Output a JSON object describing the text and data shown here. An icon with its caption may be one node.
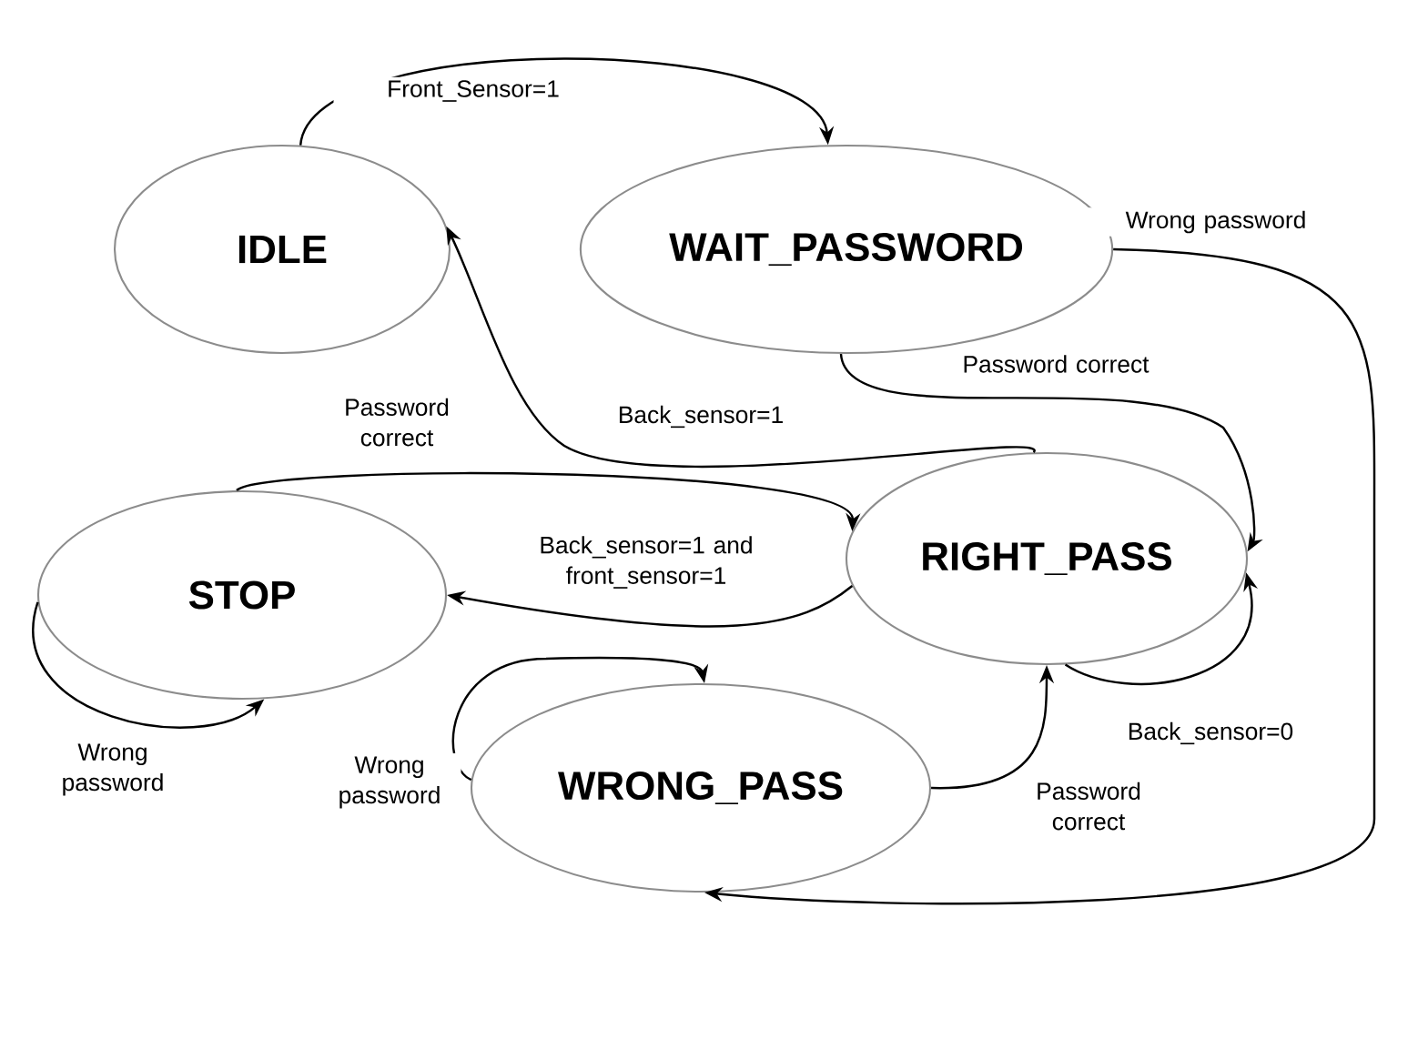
{
  "diagram": {
    "nodes": [
      {
        "text": [
          "IDLE"
        ]
      },
      {
        "text": [
          "WAIT_PASSWORD"
        ]
      },
      {
        "text": [
          "STOP"
        ]
      },
      {
        "text": [
          "RIGHT_PASS"
        ]
      },
      {
        "text": [
          "WRONG_PASS"
        ]
      }
    ],
    "edges": [
      {
        "from": 0,
        "to": 1,
        "arrow": "to",
        "label": "Front_Sensor=1"
      },
      {
        "from": 1,
        "to": 4,
        "arrow": "to",
        "label": "Wrong password"
      },
      {
        "from": 1,
        "to": 3,
        "arrow": "to",
        "label": "Password correct"
      },
      {
        "from": 3,
        "to": 0,
        "arrow": "to",
        "label": "Back_sensor=1"
      },
      {
        "from": 2,
        "to": 3,
        "arrow": "to",
        "label": "Password correct"
      },
      {
        "from": 3,
        "to": 2,
        "arrow": "to",
        "label": "Back_sensor=1 and front_sensor=1"
      },
      {
        "from": 2,
        "to": 2,
        "arrow": "to",
        "label": "Wrong password"
      },
      {
        "from": 4,
        "to": 4,
        "arrow": "to",
        "label": "Wrong password"
      },
      {
        "from": 4,
        "to": 3,
        "arrow": "to",
        "label": "Password correct"
      },
      {
        "from": 3,
        "to": 3,
        "arrow": "to",
        "label": "Back_sensor=0"
      }
    ]
  }
}
